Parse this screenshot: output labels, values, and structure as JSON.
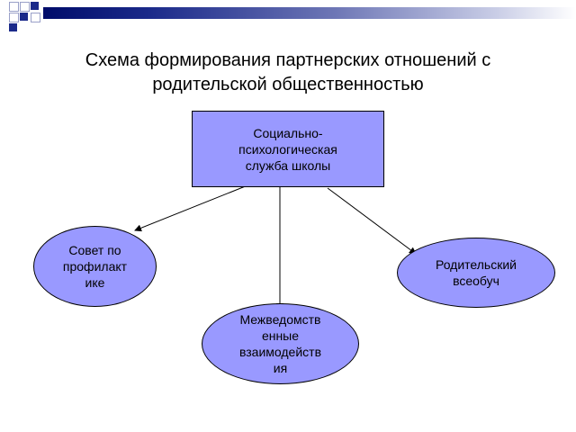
{
  "title": {
    "line1": "Схема формирования партнерских отношений с",
    "line2": "родительской общественностью"
  },
  "root_node": {
    "line1": "Социально-",
    "line2": "психологическая",
    "line3": "служба школы"
  },
  "child_nodes": [
    {
      "lines": [
        "Совет по",
        "профилакт",
        "ике"
      ]
    },
    {
      "lines": [
        "Межведомств",
        "енные",
        "взаимодейств",
        "ия"
      ]
    },
    {
      "lines": [
        "Родительский",
        "всеобуч"
      ]
    }
  ],
  "colors": {
    "node_fill": "#9999ff",
    "node_border": "#000000",
    "arrow": "#000000",
    "banner_dark": "#000c6a",
    "deco_squares": "#1b2a8a"
  },
  "decoration": {
    "icon": "corner-squares-pattern"
  }
}
